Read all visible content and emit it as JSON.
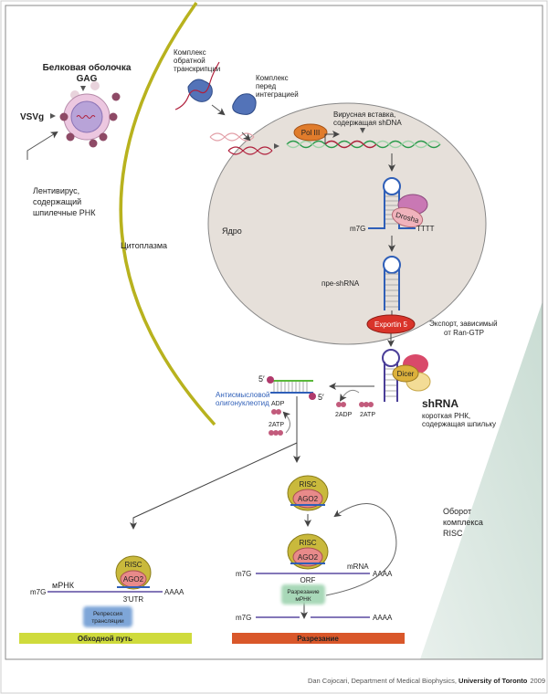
{
  "virus": {
    "title_line1": "Белковая оболочка",
    "title_line2": "GAG",
    "vsvg": "VSVg",
    "desc_line1": "Лентивирус,",
    "desc_line2": "содержащий",
    "desc_line3": "шпилечные РНК"
  },
  "cytoplasm": "Цитоплазма",
  "rt_complex": [
    "Комплекс",
    "обратной",
    "транскрипции"
  ],
  "preint_complex": [
    "Комплекс",
    "перед",
    "интеграцией"
  ],
  "nucleus": {
    "label": "Ядро",
    "insert_line1": "Вирусная вставка,",
    "insert_line2": "содержащая shDNA",
    "pol3": "Pol III",
    "drosha": "Drosha",
    "m7g": "m7G",
    "tttt": "TTTT",
    "pre_shrna": "пре-shRNA",
    "exportin": "Exportin 5"
  },
  "export_note": [
    "Экспорт, зависимый",
    "от Ran-GTP"
  ],
  "dicer": "Dicer",
  "shrna": {
    "title": "shRNA",
    "line1": "короткая РНК,",
    "line2": "содержащая шпильку"
  },
  "duplex": {
    "five_prime_top": "5′",
    "five_prime_bottom": "5′",
    "antisense_line1": "Антисмысловой",
    "antisense_line2": "олигонуклеотид"
  },
  "energy": {
    "adp": "ADP",
    "atp2": "2ATP",
    "adp2": "2ADP",
    "atp2b": "2ATP"
  },
  "risc": {
    "risc": "RISC",
    "ago2": "AGO2"
  },
  "turnover": [
    "Оборот",
    "комплекса",
    "RISC"
  ],
  "bypass": {
    "m7g": "m7G",
    "mrna": "мРНК",
    "utr": "3'UTR",
    "polya": "AAAA",
    "repression_line1": "Репрессия",
    "repression_line2": "трансляции",
    "banner": "Обходной путь"
  },
  "cleavage": {
    "m7g": "m7G",
    "mrna": "mRNA",
    "orf": "ORF",
    "polya": "AAAA",
    "cut_line1": "Разрезание",
    "cut_line2": "мРНК",
    "m7g2": "m7G",
    "polya2": "AAAA",
    "banner": "Разрезание"
  },
  "credit": {
    "author": "Dan Cojocari, Department of Medical Biophysics, ",
    "univ": "University of Toronto",
    "year": "2009"
  },
  "colors": {
    "membrane": "#b8b21e",
    "nucleus": "#e6e0da",
    "bypass_banner": "#cfdb3c",
    "cleavage_banner": "#d9572a",
    "rna_blue": "#2f5fb8",
    "dna_red": "#b0203c",
    "dna_green": "#2a9a4a"
  }
}
